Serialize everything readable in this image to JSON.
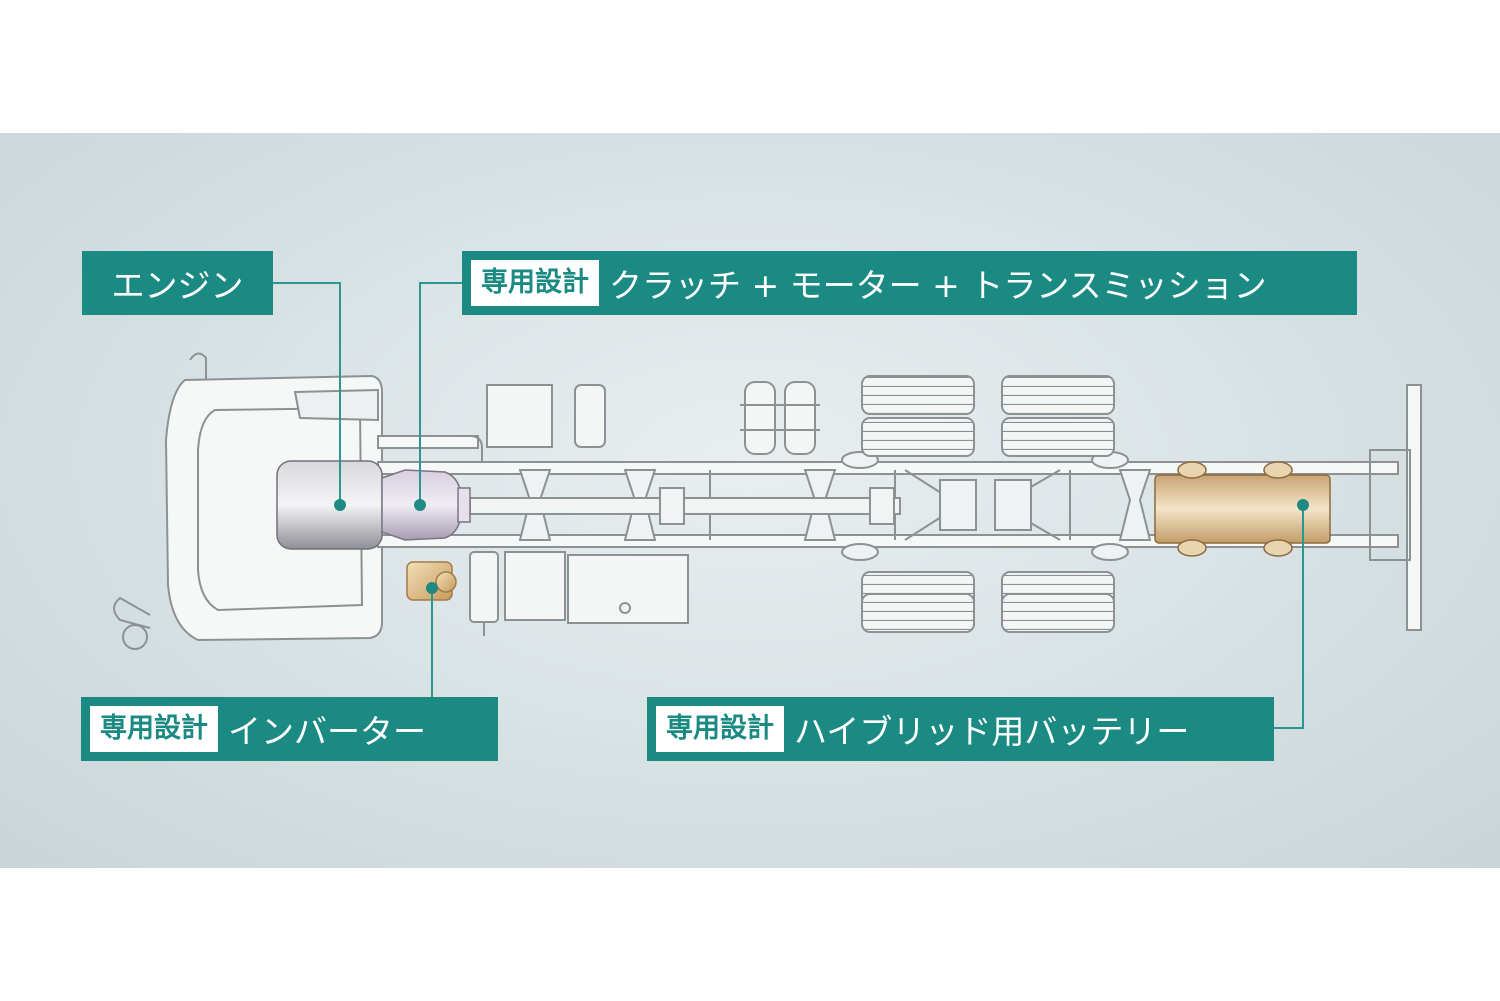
{
  "colors": {
    "accent": "#1a8a83",
    "leader": "#2a9890",
    "battery": "#d8b98a",
    "engine": "#9a9aa2",
    "inverter": "#d9b98a"
  },
  "callouts": {
    "engine": {
      "label": "エンジン"
    },
    "transmission": {
      "tag": "専用設計",
      "label": "クラッチ + モーター + トランスミッション"
    },
    "inverter": {
      "tag": "専用設計",
      "label": "インバーター"
    },
    "battery": {
      "tag": "専用設計",
      "label": "ハイブリッド用バッテリー"
    }
  }
}
